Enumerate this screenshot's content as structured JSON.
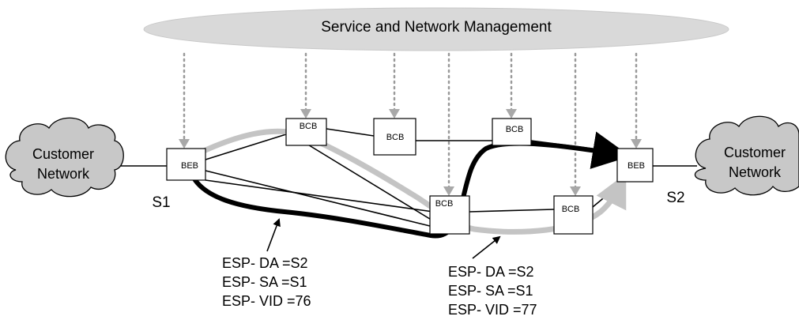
{
  "management": {
    "label": "Service and Network Management"
  },
  "clouds": [
    {
      "line1": "Customer",
      "line2": "Network"
    },
    {
      "line1": "Customer",
      "line2": "Network"
    }
  ],
  "sites": {
    "left": "S1",
    "right": "S2"
  },
  "nodes": {
    "beb_left": "BEB",
    "beb_right": "BEB",
    "bcb_1": "BCB",
    "bcb_2": "BCB",
    "bcb_3": "BCB",
    "bcb_4": "BCB",
    "bcb_5": "BCB"
  },
  "path_labels": [
    {
      "da": "ESP- DA =S2",
      "sa": "ESP- SA =S1",
      "vid": "ESP- VID =76"
    },
    {
      "da": "ESP- DA =S2",
      "sa": "ESP- SA =S1",
      "vid": "ESP- VID =77"
    }
  ],
  "colors": {
    "path_vid_76": "#000000",
    "path_vid_77": "#c4c4c4",
    "management": "#d9d9d9"
  }
}
